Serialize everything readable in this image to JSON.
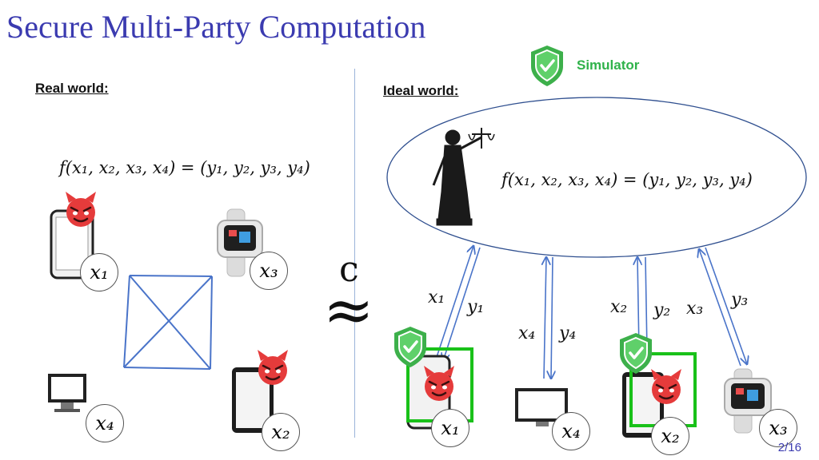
{
  "slide": {
    "title": "Secure Multi-Party Computation",
    "page_number": "2/16"
  },
  "real_world": {
    "label": "Real world:",
    "formula": "f(x₁, x₂, x₃, x₄) = (y₁, y₂, y₃, y₄)",
    "parties": {
      "p1": "x₁",
      "p2": "x₂",
      "p3": "x₃",
      "p4": "x₄"
    }
  },
  "ideal_world": {
    "label": "Ideal world:",
    "formula": "f(x₁, x₂, x₃, x₄) = (y₁, y₂, y₃, y₄)",
    "simulator_label": "Simulator",
    "parties": {
      "p1": "x₁",
      "p2": "x₂",
      "p3": "x₃",
      "p4": "x₄"
    },
    "arrow_labels": {
      "x1": "x₁",
      "y1": "y₁",
      "x4": "x₄",
      "y4": "y₄",
      "x2": "x₂",
      "y2": "y₂",
      "x3": "x₃",
      "y3": "y₃"
    }
  },
  "relation": {
    "c_label": "c",
    "approx": "≈"
  },
  "colors": {
    "title": "#3b3bb0",
    "arrow": "#4a74c9",
    "shield": "#3db04b",
    "corrupt_box": "#19c119",
    "devil": "#e53b3b"
  }
}
